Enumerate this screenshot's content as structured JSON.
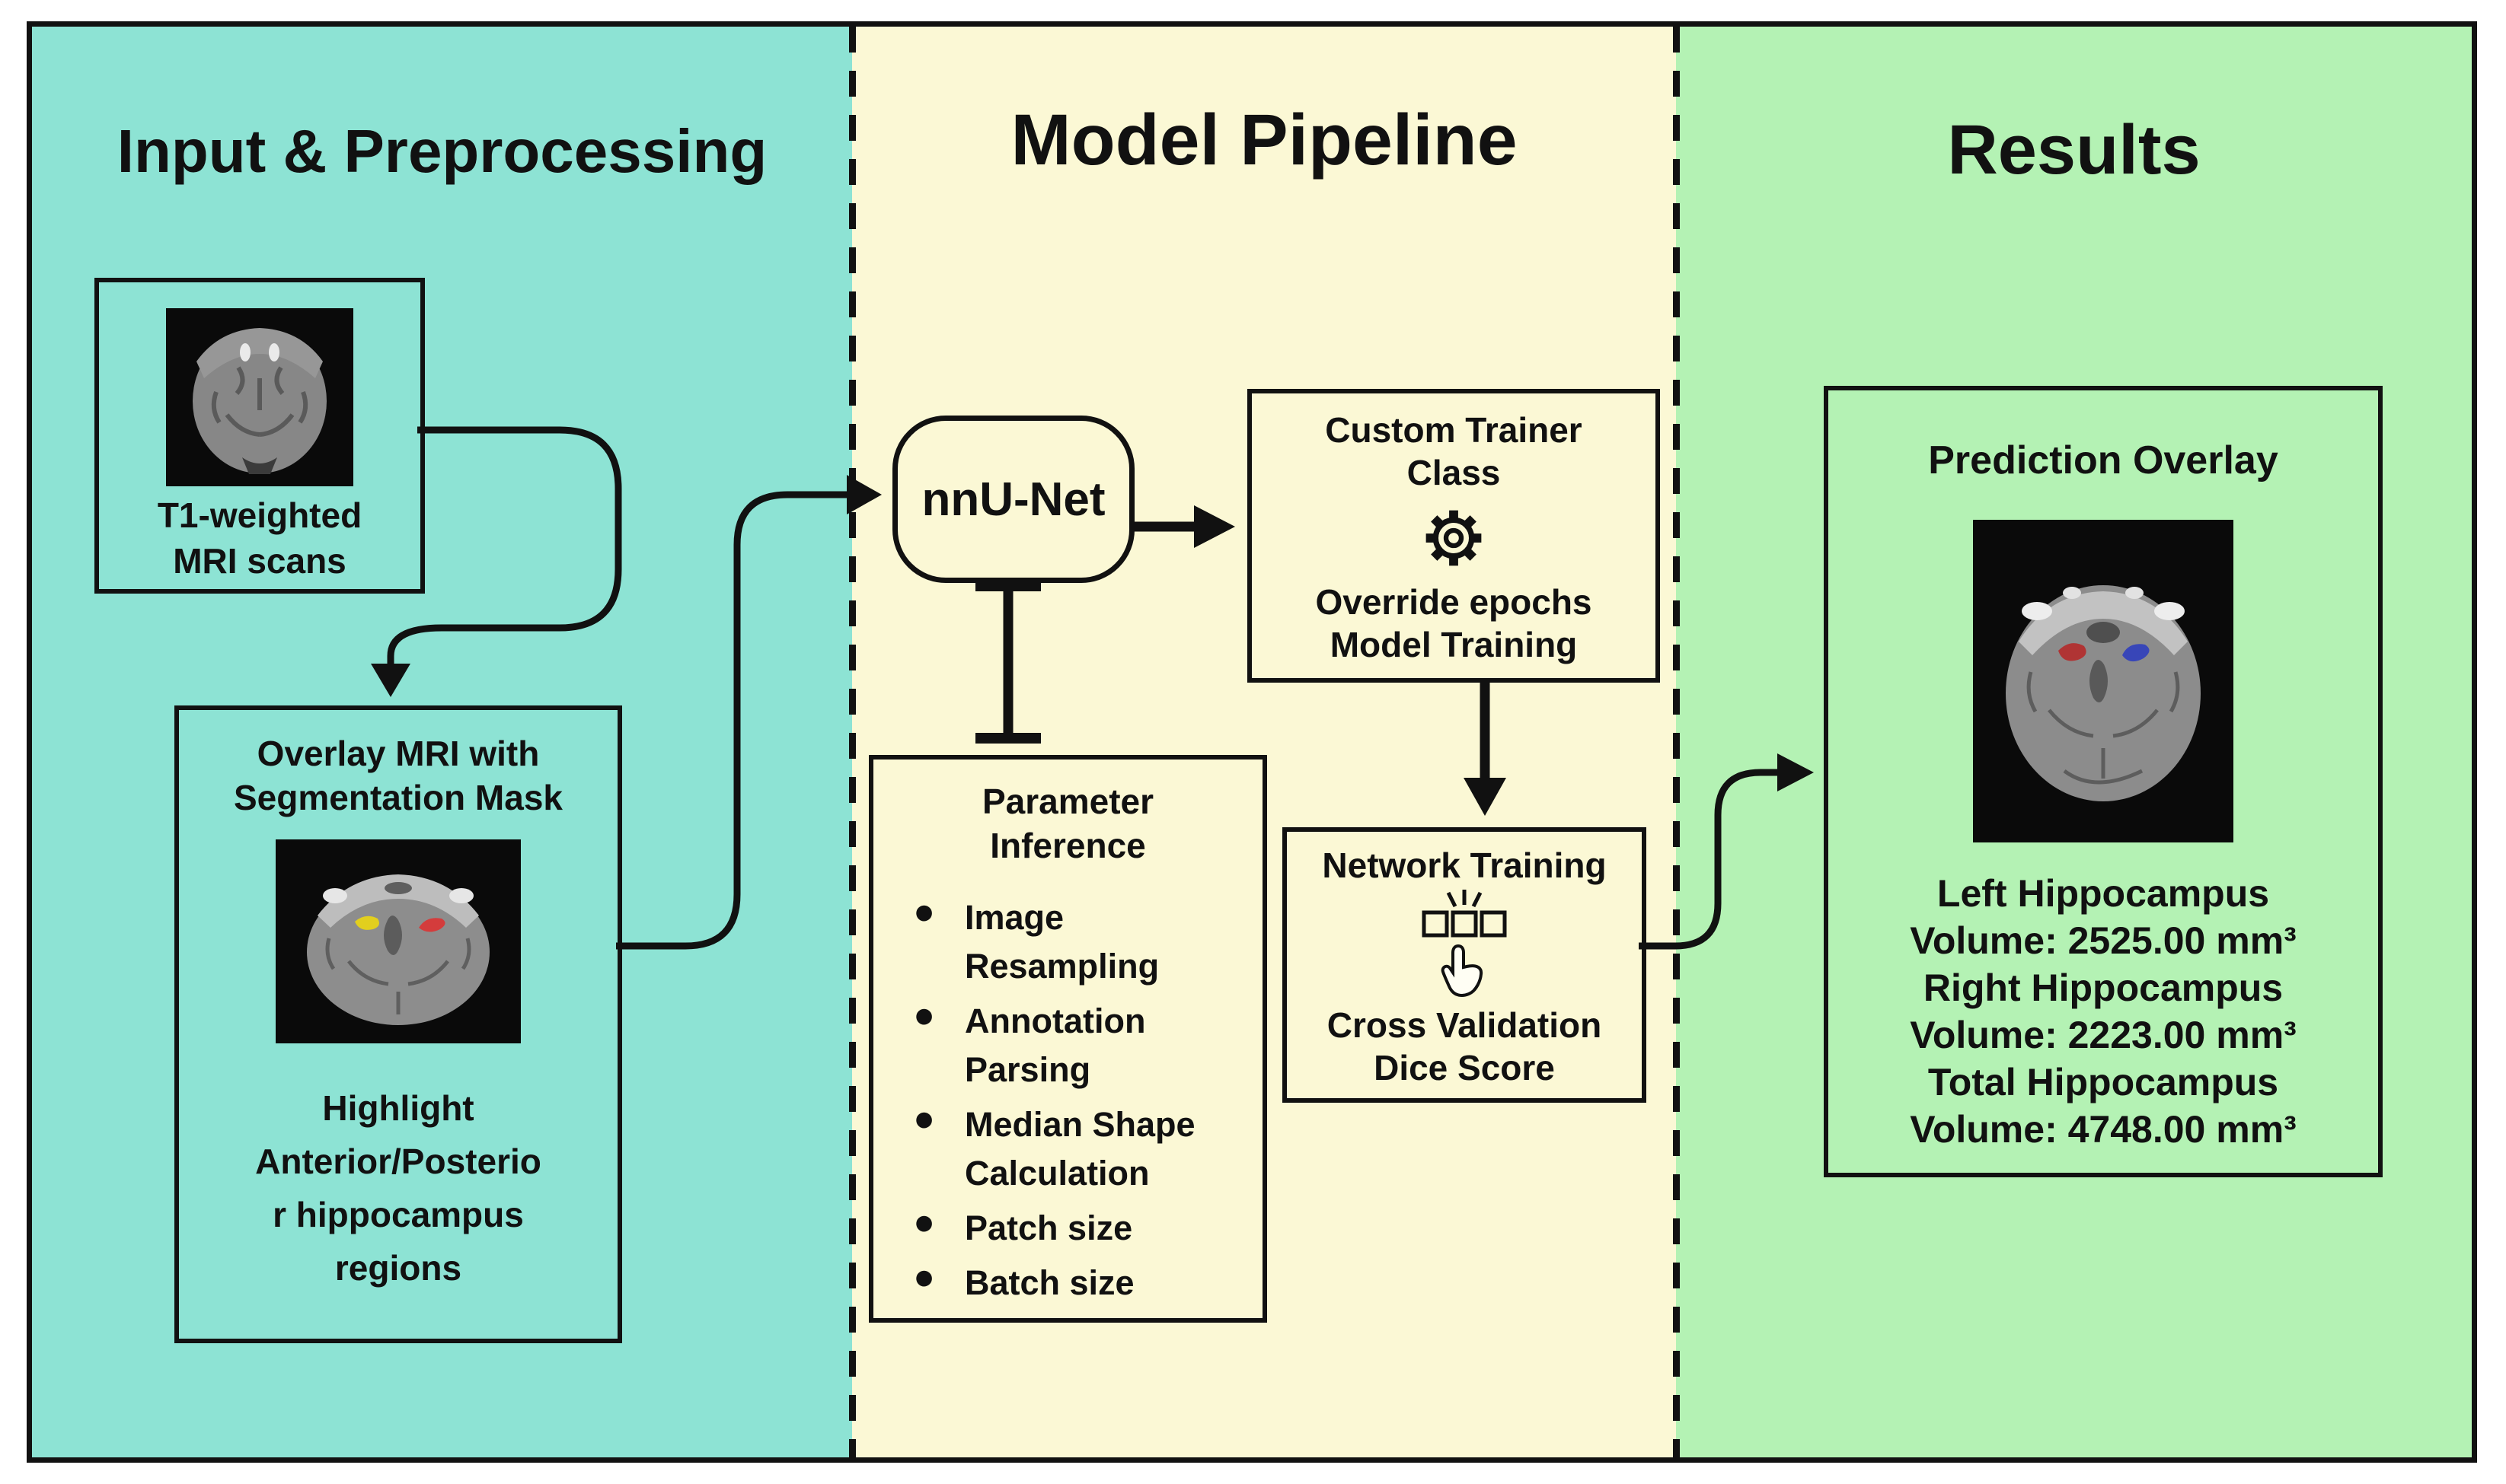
{
  "panels": {
    "input": {
      "title": "Input & Preprocessing",
      "t1_box": {
        "caption_line1": "T1-weighted",
        "caption_line2": "MRI scans",
        "image_name": "coronal T1 MRI slice"
      },
      "overlay_box": {
        "title_line1": "Overlay MRI with",
        "title_line2": "Segmentation Mask",
        "image_name": "axial MRI slice with yellow and red hippocampus mask",
        "caption_lines": [
          "Highlight",
          "Anterior/Posterio",
          "r hippocampus",
          "regions"
        ]
      }
    },
    "model": {
      "title": "Model Pipeline",
      "nnunet_label": "nnU-Net",
      "custom_trainer": {
        "title_line1": "Custom Trainer",
        "title_line2": "Class",
        "icon": "gear-icon",
        "line1": "Override epochs",
        "line2": "Model Training"
      },
      "parameter_inference": {
        "title_line1": "Parameter",
        "title_line2": "Inference",
        "bullets": [
          "Image Resampling",
          "Annotation Parsing",
          "Median Shape Calculation",
          "Patch size",
          "Batch size"
        ]
      },
      "network_training": {
        "title": "Network Training",
        "icon": "three-squares-click-icon",
        "line1": "Cross Validation",
        "line2": "Dice Score"
      }
    },
    "results": {
      "title": "Results",
      "prediction_box": {
        "title": "Prediction Overlay",
        "image_name": "axial MRI slice with red and blue predicted hippocampus",
        "lines": [
          "Left Hippocampus",
          "Volume: 2525.00 mm³",
          "Right Hippocampus",
          "Volume: 2223.00 mm³",
          "Total Hippocampus",
          "Volume: 4748.00 mm³"
        ]
      }
    }
  },
  "colors": {
    "panel_input": "#8DE3D4",
    "panel_model": "#FBF8D5",
    "panel_results": "#B4F2B4",
    "line": "#111111",
    "mask_yellow": "#E2CF1E",
    "mask_red": "#D43C3C",
    "prediction_red": "#B03434",
    "prediction_blue": "#3846B8"
  }
}
